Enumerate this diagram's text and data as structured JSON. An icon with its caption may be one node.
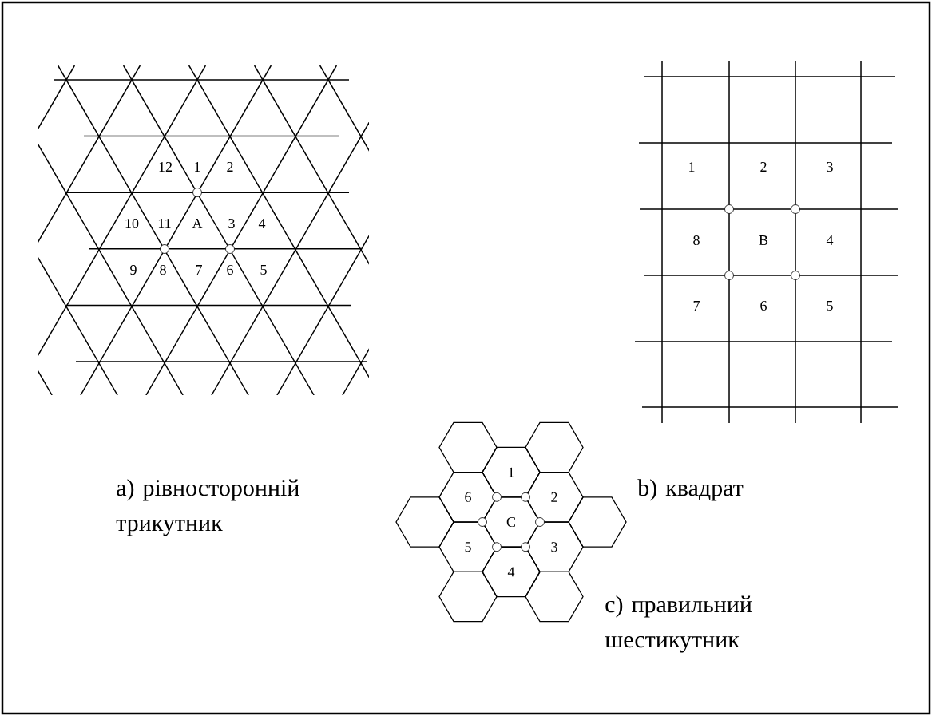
{
  "diagram": {
    "nodes": [
      {
        "text": [],
        "shape": "hexagon"
      },
      {
        "text": [],
        "shape": "hexagon"
      },
      {
        "text": [
          "1"
        ]
      },
      {
        "text": [
          "6"
        ]
      },
      {
        "text": [
          "2"
        ]
      },
      {
        "text": [],
        "shape": "hexagon"
      },
      {
        "text": [
          "C"
        ]
      },
      {
        "text": [],
        "shape": "hexagon"
      },
      {
        "text": [
          "5"
        ]
      },
      {
        "text": [
          "3"
        ]
      },
      {
        "text": [
          "4"
        ]
      },
      {
        "text": [],
        "shape": "hexagon"
      },
      {
        "text": [],
        "shape": "hexagon"
      }
    ],
    "labels": [
      "12",
      "1",
      "2",
      "10",
      "11",
      "A",
      "3",
      "4",
      "9",
      "8",
      "7",
      "6",
      "5",
      "a) рівносторонній трикутник",
      "1",
      "2",
      "3",
      "8",
      "B",
      "4",
      "7",
      "6",
      "5",
      "b) квадрат",
      "c) правильний шестикутник"
    ]
  }
}
